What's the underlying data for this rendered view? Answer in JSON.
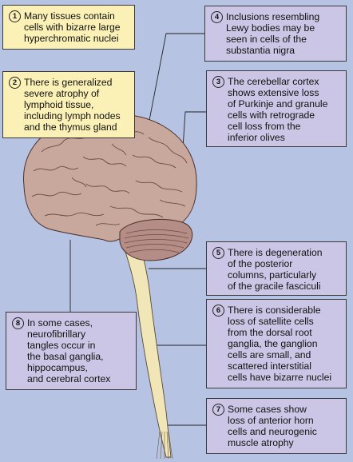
{
  "boxes": {
    "b1": {
      "num": "1",
      "text": "Many tissues contain\ncells with bizarre large\nhyperchromatic nuclei"
    },
    "b2": {
      "num": "2",
      "text": "There is generalized\nsevere atrophy of\nlymphoid tissue,\nincluding lymph nodes\nand the thymus gland"
    },
    "b3": {
      "num": "3",
      "text": "The cerebellar cortex\nshows extensive loss\nof Purkinje and granule\ncells with retrograde\ncell loss from the\ninferior olives"
    },
    "b4": {
      "num": "4",
      "text": "Inclusions resembling\nLewy bodies may be\nseen in cells of the\nsubstantia nigra"
    },
    "b5": {
      "num": "5",
      "text": "There is degeneration\nof the posterior\ncolumns, particularly\nof the gracile fasciculi"
    },
    "b6": {
      "num": "6",
      "text": "There is considerable\nloss of satellite cells\nfrom the dorsal root\nganglia, the ganglion\ncells are small, and\nscattered interstitial\ncells have bizarre nuclei"
    },
    "b7": {
      "num": "7",
      "text": "Some cases show\nloss of anterior horn\ncells and neurogenic\nmuscle atrophy"
    },
    "b8": {
      "num": "8",
      "text": "In some cases,\nneurofibrillary\ntangles occur in\nthe basal ganglia,\nhippocampus,\nand cerebral cortex"
    }
  },
  "colors": {
    "background": "#b7c3e2",
    "yellow_box": "#fbf1b6",
    "purple_box": "#cbc6e6",
    "brain": "#c8a89c",
    "cerebellum": "#b48d86",
    "spinal_cord": "#f1e6b8"
  }
}
